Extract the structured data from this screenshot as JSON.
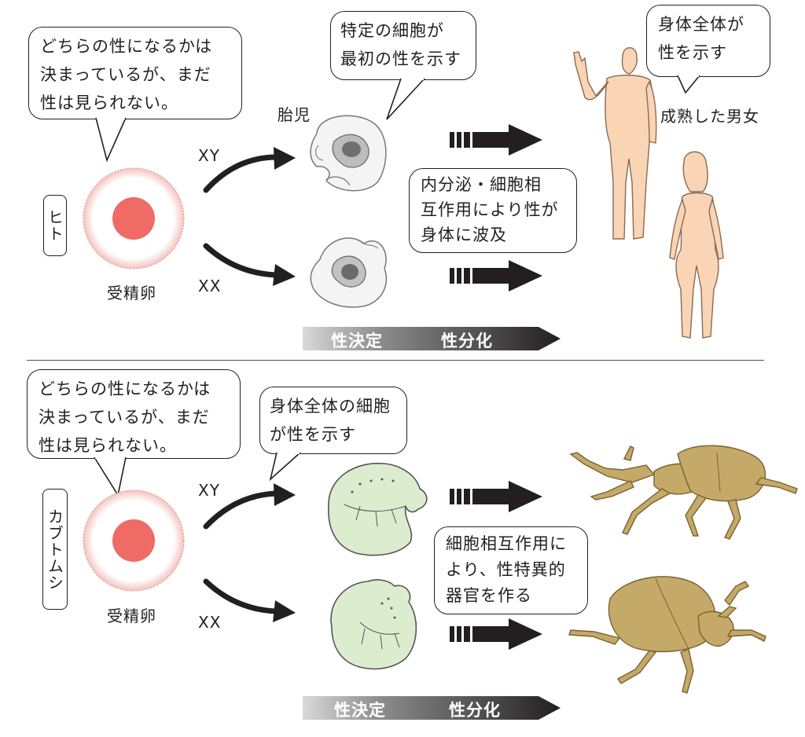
{
  "human": {
    "species_label": "ヒト",
    "bubble_undetermined": [
      "どちらの性になるかは",
      "決まっているが、まだ",
      "性は見られない。"
    ],
    "egg_label": "受精卵",
    "xy_label": "XY",
    "xx_label": "XX",
    "embryo_label": "胎児",
    "bubble_specific_cells": [
      "特定の細胞が",
      "最初の性を示す"
    ],
    "bubble_endocrine": [
      "内分泌・細胞相",
      "互作用により性が",
      "身体に波及"
    ],
    "bubble_body_shows": [
      "身体全体が",
      "性を示す"
    ],
    "adult_label": "成熟した男女",
    "bar_determination": "性決定",
    "bar_differentiation": "性分化"
  },
  "beetle": {
    "species_label": "カブトムシ",
    "bubble_undetermined": [
      "どちらの性になるかは",
      "決まっているが、まだ",
      "性は見られない。"
    ],
    "egg_label": "受精卵",
    "xy_label": "XY",
    "xx_label": "XX",
    "bubble_all_cells": [
      "身体全体の細胞",
      "が性を示す"
    ],
    "bubble_interaction": [
      "細胞相互作用に",
      "より、性特異的",
      "器官を作る"
    ],
    "bar_determination": "性決定",
    "bar_differentiation": "性分化"
  },
  "colors": {
    "egg_nucleus": "#ef6b66",
    "egg_membrane": "#e89a96",
    "human_skin": "#f9d5b5",
    "larva_fill": "#dceccf",
    "beetle_fill": "#c4a968",
    "arrow_dark": "#231f20"
  },
  "icons": [
    "human-egg-icon",
    "embryo-icon",
    "adult-male-icon",
    "adult-female-icon",
    "larva-icon",
    "beetle-male-icon",
    "beetle-female-icon"
  ]
}
